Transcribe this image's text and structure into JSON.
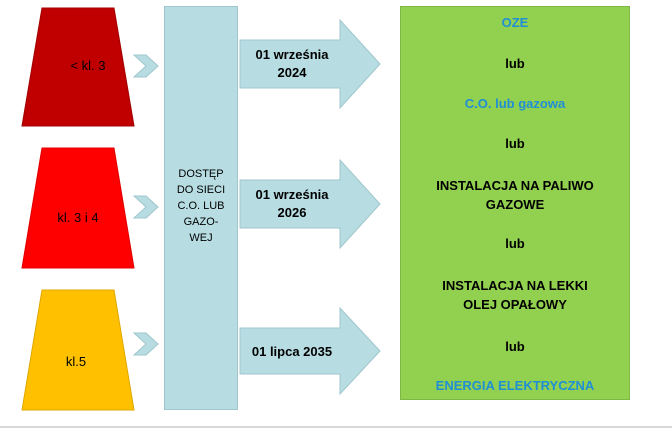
{
  "trapezoids": [
    {
      "label": "< kl. 3",
      "color": "#c00000"
    },
    {
      "label": "kl. 3 i 4",
      "color": "#ff0000"
    },
    {
      "label": "kl.5",
      "color": "#ffc000"
    }
  ],
  "access": {
    "lines": [
      "DOSTĘP",
      "DO SIECI",
      "C.O. LUB",
      "GAZO-",
      "WEJ"
    ]
  },
  "arrows": [
    {
      "lines": [
        "01 września",
        "2024"
      ]
    },
    {
      "lines": [
        "01 września",
        "2026"
      ]
    },
    {
      "lines": [
        "01 lipca 2035"
      ]
    }
  ],
  "options": {
    "oze": "OZE",
    "lub1": "lub",
    "co_gazowa": "C.O. lub gazowa",
    "lub2": "lub",
    "gas_line1": "INSTALACJA NA PALIWO",
    "gas_line2": "GAZOWE",
    "lub3": "lub",
    "oil_line1": "INSTALACJA NA LEKKI",
    "oil_line2": "OLEJ OPAŁOWY",
    "lub4": "lub",
    "electric": "ENERGIA ELEKTRYCZNA"
  },
  "colors": {
    "light_blue": "#b7dde3",
    "green": "#92d050",
    "blue_text": "#1f8fd6"
  }
}
